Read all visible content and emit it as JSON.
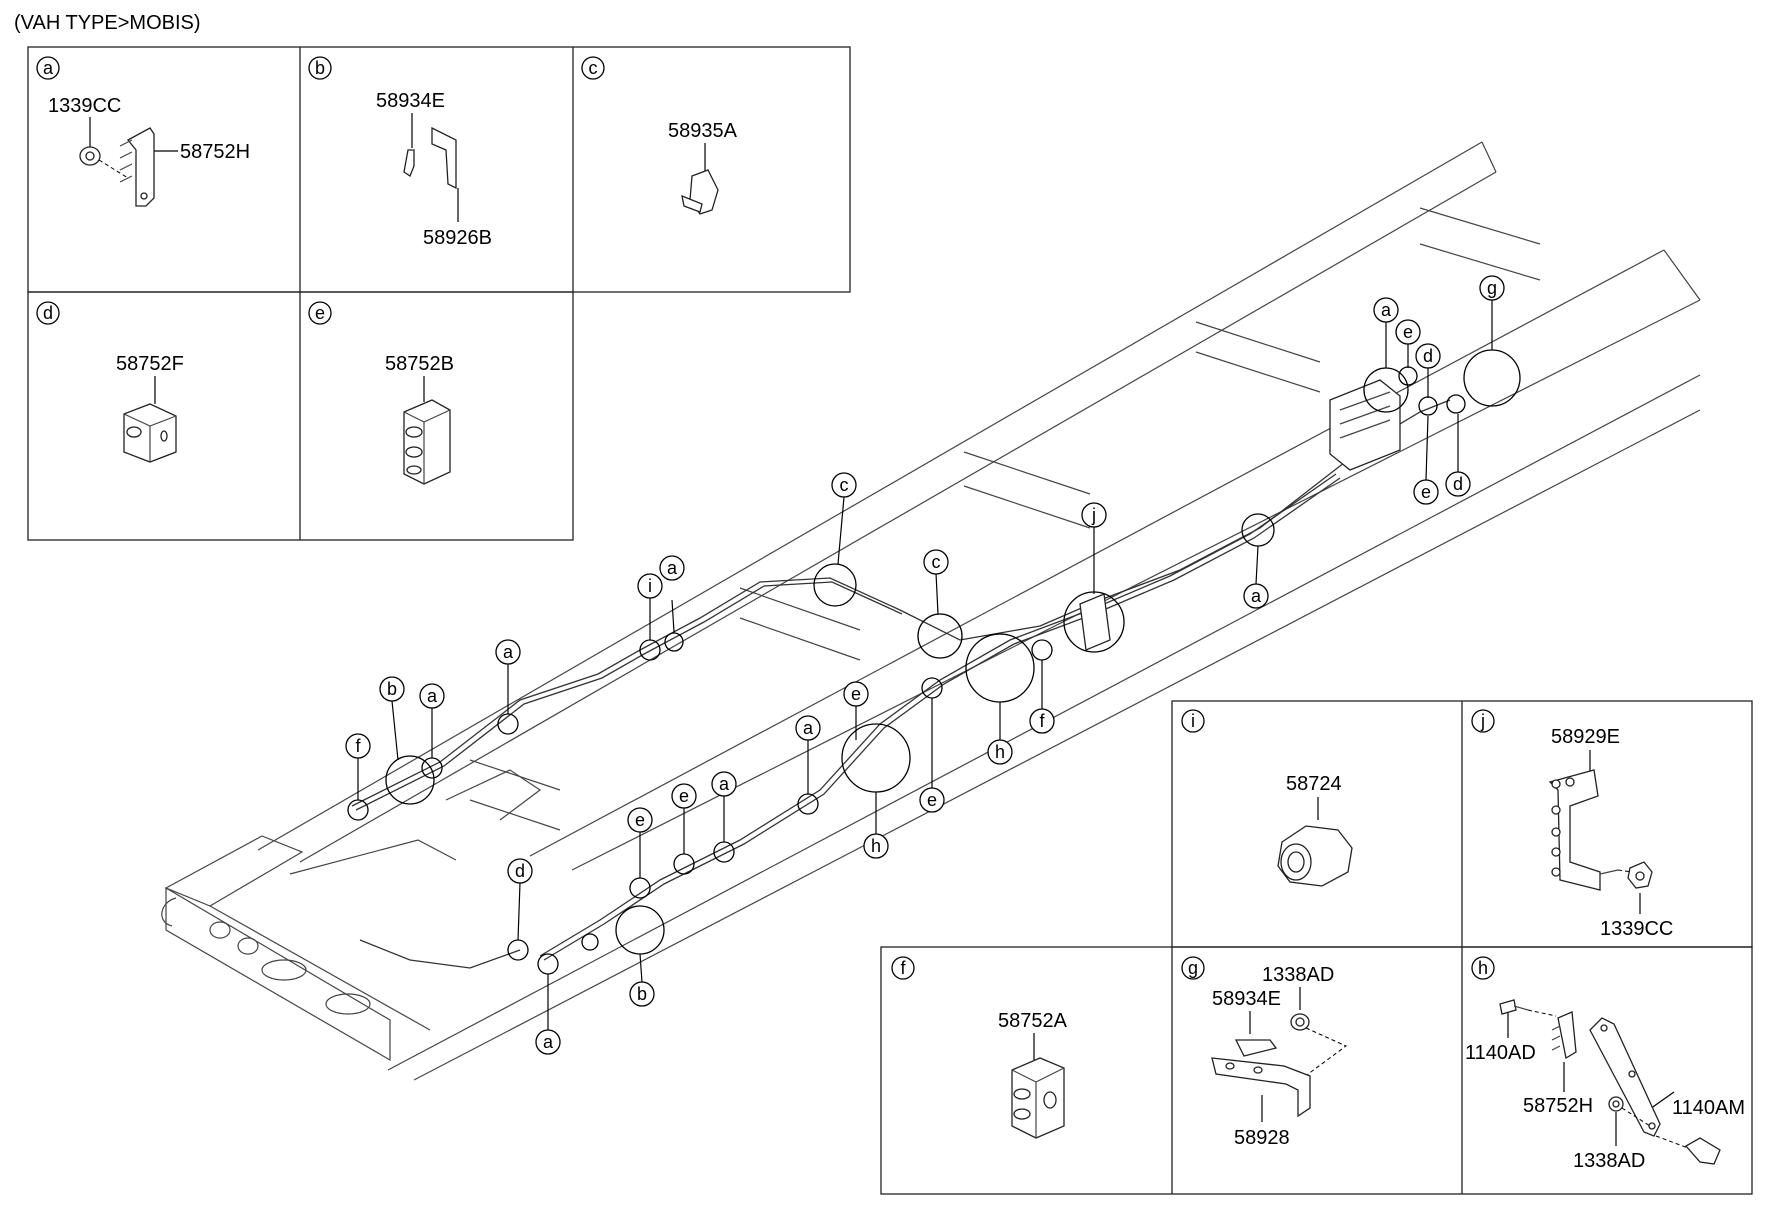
{
  "header": {
    "title": "(VAH TYPE>MOBIS)"
  },
  "panels": {
    "a": {
      "letter": "a",
      "parts": [
        "1339CC",
        "58752H"
      ]
    },
    "b": {
      "letter": "b",
      "parts": [
        "58934E",
        "58926B"
      ]
    },
    "c": {
      "letter": "c",
      "parts": [
        "58935A"
      ]
    },
    "d": {
      "letter": "d",
      "parts": [
        "58752F"
      ]
    },
    "e": {
      "letter": "e",
      "parts": [
        "58752B"
      ]
    },
    "f": {
      "letter": "f",
      "parts": [
        "58752A"
      ]
    },
    "g": {
      "letter": "g",
      "parts": [
        "1338AD",
        "58934E",
        "58928"
      ]
    },
    "h": {
      "letter": "h",
      "parts": [
        "1140AD",
        "58752H",
        "1140AM",
        "1338AD"
      ]
    },
    "i": {
      "letter": "i",
      "parts": [
        "58724"
      ]
    },
    "j": {
      "letter": "j",
      "parts": [
        "58929E",
        "1339CC"
      ]
    }
  },
  "callouts": [
    "a",
    "b",
    "c",
    "d",
    "e",
    "f",
    "g",
    "h",
    "i",
    "j"
  ]
}
